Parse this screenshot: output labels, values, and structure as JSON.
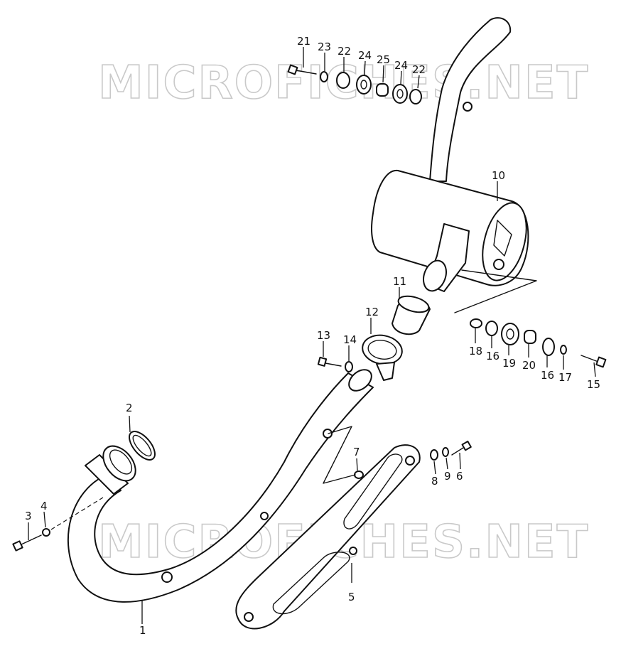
{
  "watermark": "MICROFICHES.NET",
  "callouts": [
    "1",
    "2",
    "3",
    "4",
    "5",
    "6",
    "7",
    "8",
    "9",
    "10",
    "11",
    "12",
    "13",
    "14",
    "15",
    "16",
    "16",
    "17",
    "18",
    "19",
    "20",
    "21",
    "22",
    "22",
    "23",
    "24",
    "24",
    "25"
  ]
}
